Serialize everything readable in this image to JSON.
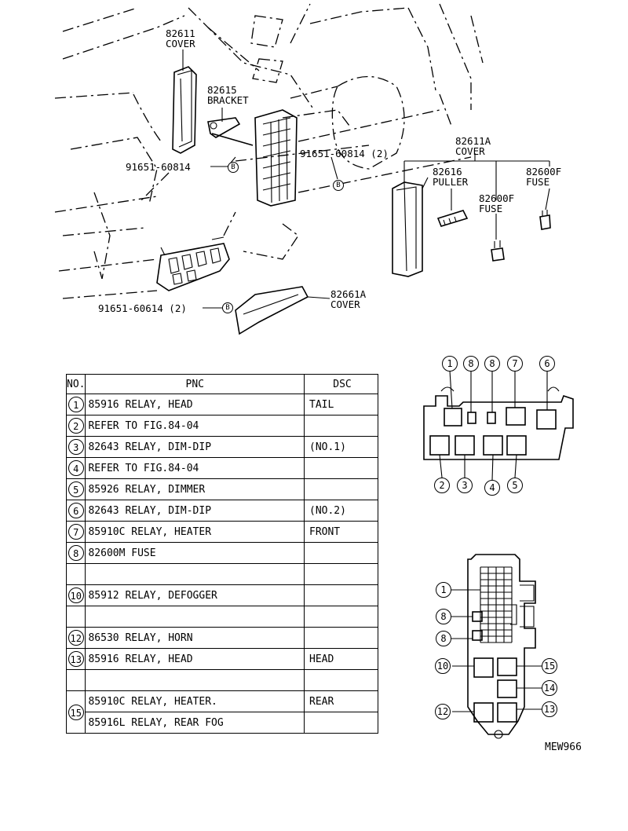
{
  "callouts": {
    "cover_top": {
      "pnc": "82611",
      "name": "COVER"
    },
    "bracket": {
      "pnc": "82615",
      "name": "BRACKET"
    },
    "bolt_left": {
      "pnc": "91651-60814",
      "mark": "B"
    },
    "bolt_right": {
      "pnc": "91651-60814 (2)",
      "mark": "B"
    },
    "bolt_bottom": {
      "pnc": "91651-60614 (2)",
      "mark": "B"
    },
    "cover_a": {
      "pnc": "82611A",
      "name": "COVER"
    },
    "puller": {
      "pnc": "82616",
      "name": "PULLER"
    },
    "fuse_right": {
      "pnc": "82600F",
      "name": "FUSE"
    },
    "fuse_mid": {
      "pnc": "82600F",
      "name": "FUSE"
    },
    "cover_bottom": {
      "pnc": "82661A",
      "name": "COVER"
    }
  },
  "table": {
    "headers": {
      "no": "NO.",
      "pnc": "PNC",
      "dsc": "DSC"
    },
    "rows": [
      {
        "no": "1",
        "pnc": "85916  RELAY, HEAD",
        "dsc": "TAIL"
      },
      {
        "no": "2",
        "pnc": "REFER TO FIG.84-04",
        "dsc": ""
      },
      {
        "no": "3",
        "pnc": "82643 RELAY, DIM-DIP",
        "dsc": " (NO.1)"
      },
      {
        "no": "4",
        "pnc": "REFER TO FIG.84-04",
        "dsc": ""
      },
      {
        "no": "5",
        "pnc": "85926 RELAY, DIMMER",
        "dsc": ""
      },
      {
        "no": "6",
        "pnc": "82643 RELAY, DIM-DIP",
        "dsc": " (NO.2)"
      },
      {
        "no": "7",
        "pnc": "85910C RELAY, HEATER",
        "dsc": "FRONT"
      },
      {
        "no": "8",
        "pnc": "82600M FUSE",
        "dsc": ""
      },
      {
        "no": "",
        "pnc": "",
        "dsc": ""
      },
      {
        "no": "10",
        "pnc": "85912 RELAY, DEFOGGER",
        "dsc": ""
      },
      {
        "no": "",
        "pnc": "",
        "dsc": ""
      },
      {
        "no": "12",
        "pnc": "86530 RELAY, HORN",
        "dsc": ""
      },
      {
        "no": "13",
        "pnc": "85916 RELAY, HEAD",
        "dsc": "HEAD"
      },
      {
        "no": "",
        "pnc": "",
        "dsc": ""
      }
    ],
    "last": {
      "no": "15",
      "pnc1": "85910C  RELAY, HEATER.",
      "dsc1": "REAR",
      "pnc2": "85916L RELAY, REAR FOG",
      "dsc2": ""
    }
  },
  "upper_block": {
    "top_numbers": [
      "1",
      "8",
      "8",
      "7",
      "6"
    ],
    "bottom_numbers": [
      "2",
      "3",
      "4",
      "5"
    ]
  },
  "lower_block": {
    "left_numbers": [
      "1",
      "8",
      "8",
      "10",
      "12"
    ],
    "right_numbers": [
      "15",
      "14",
      "13"
    ]
  },
  "figure_code": "MEW966"
}
